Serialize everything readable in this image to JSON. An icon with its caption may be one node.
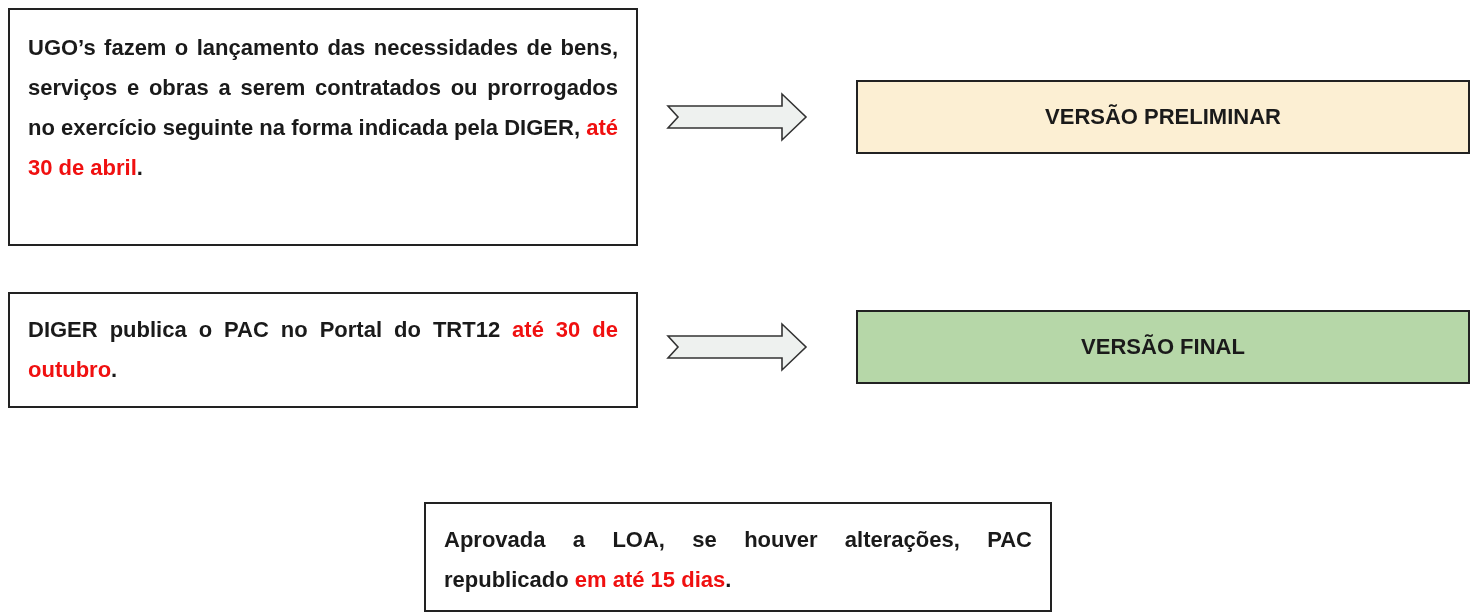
{
  "diagram": {
    "nodes": [
      {
        "text": [
          "UGO’s fazem o lançamento das necessidades de bens, serviços e obras a serem contratados ou prorrogados no exercício seguinte na forma indicada pela DIGER, *até 30 de abril*."
        ]
      },
      {
        "text": [
          "VERSÃO PRELIMINAR"
        ]
      },
      {
        "text": [
          "DIGER publica o PAC no Portal do TRT12 *até 30 de outubro*."
        ]
      },
      {
        "text": [
          "VERSÃO FINAL"
        ]
      },
      {
        "text": [
          "Aprovada a LOA, se houver alterações, PAC republicado *em até 15 dias*."
        ]
      }
    ],
    "edges": [
      {
        "from": 0,
        "to": 1,
        "arrow": "to"
      },
      {
        "from": 2,
        "to": 3,
        "arrow": "to"
      }
    ]
  }
}
